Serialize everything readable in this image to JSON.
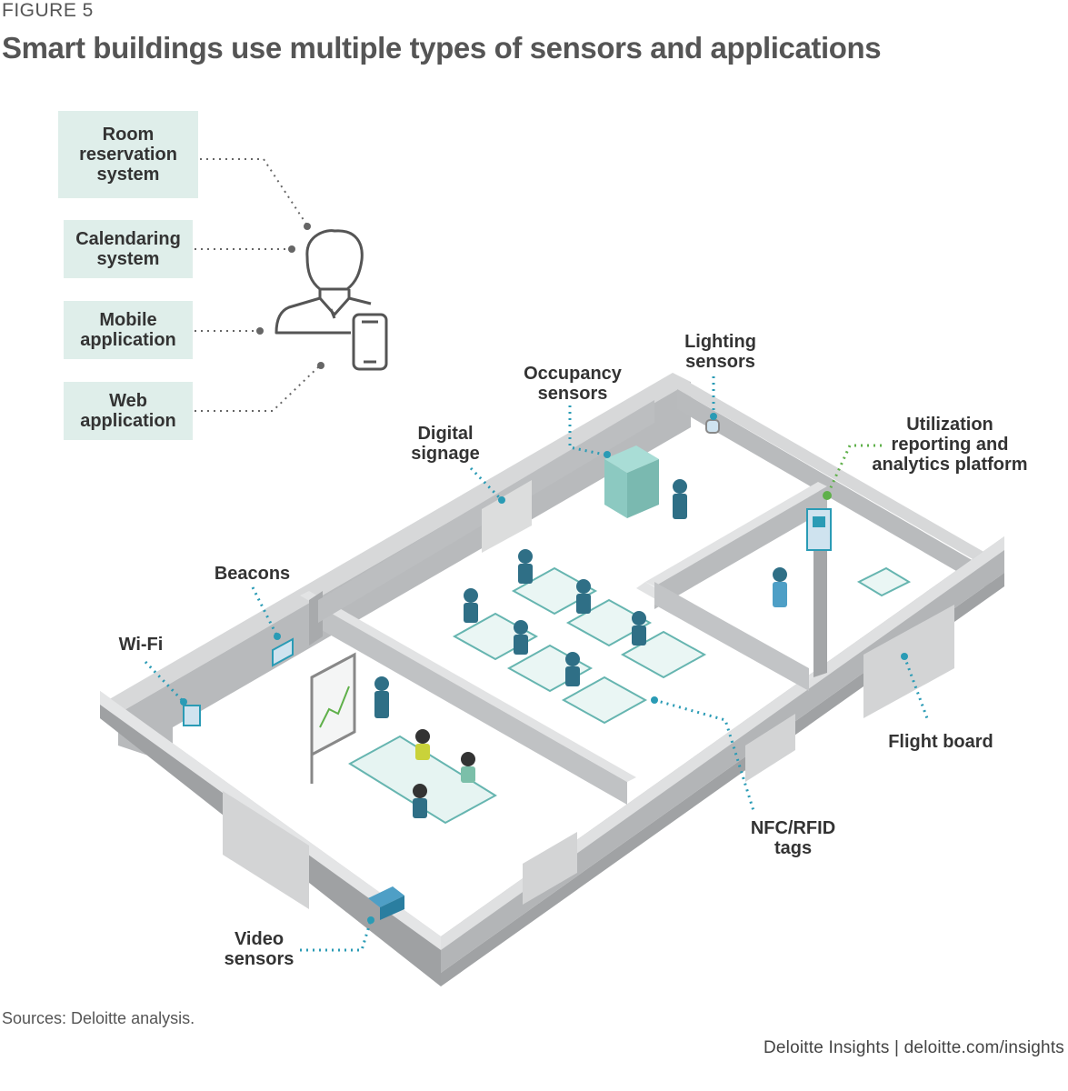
{
  "figure_label": "FIGURE 5",
  "title": "Smart buildings use multiple types of sensors and applications",
  "applications": [
    {
      "label": "Room\nreservation\nsystem"
    },
    {
      "label": "Calendaring\nsystem"
    },
    {
      "label": "Mobile\napplication"
    },
    {
      "label": "Web\napplication"
    }
  ],
  "sensors": {
    "lighting": "Lighting\nsensors",
    "occupancy": "Occupancy\nsensors",
    "digital_signage": "Digital\nsignage",
    "utilization": "Utilization\nreporting and\nanalytics platform",
    "beacons": "Beacons",
    "wifi": "Wi-Fi",
    "flight_board": "Flight board",
    "nfc_rfid": "NFC/RFID\ntags",
    "video": "Video\nsensors"
  },
  "source": "Sources: Deloitte analysis.",
  "credit": "Deloitte Insights | deloitte.com/insights",
  "colors": {
    "accent_teal": "#2a9bb5",
    "accent_green": "#5fb04a",
    "box_fill": "#dfeeea",
    "wall": "#a9abad",
    "floor": "#ffffff"
  }
}
